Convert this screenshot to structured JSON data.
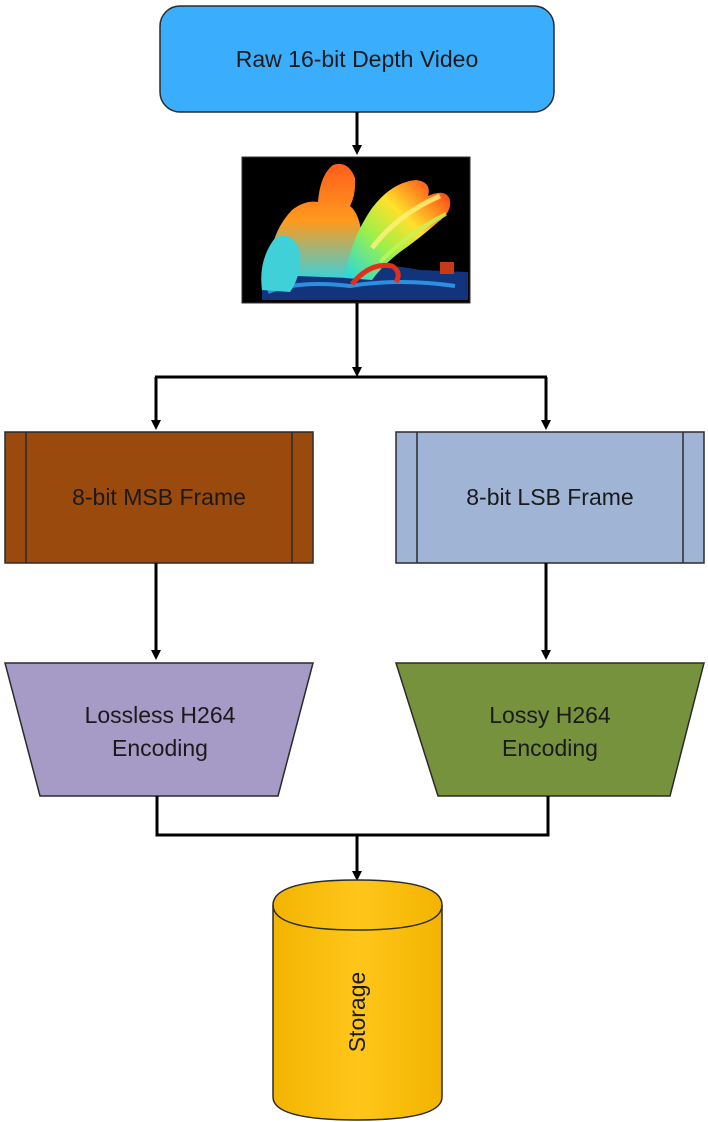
{
  "nodes": {
    "raw_video": {
      "label": "Raw 16-bit Depth Video",
      "color": "#3aaefc"
    },
    "depth_image": {
      "description_icon": "depth-frame-image"
    },
    "msb_frame": {
      "label": "8-bit MSB Frame",
      "color": "#9b4a0d"
    },
    "lsb_frame": {
      "label": "8-bit LSB Frame",
      "color": "#a0b4d6"
    },
    "lossless": {
      "line1": "Lossless H264",
      "line2": "Encoding",
      "color": "#a69ac6"
    },
    "lossy": {
      "line1": "Lossy H264",
      "line2": "Encoding",
      "color": "#77923c"
    },
    "storage": {
      "label": "Storage",
      "color": "#ffc000"
    }
  },
  "colors": {
    "line": "#000000",
    "text": "#1a1a1a"
  }
}
